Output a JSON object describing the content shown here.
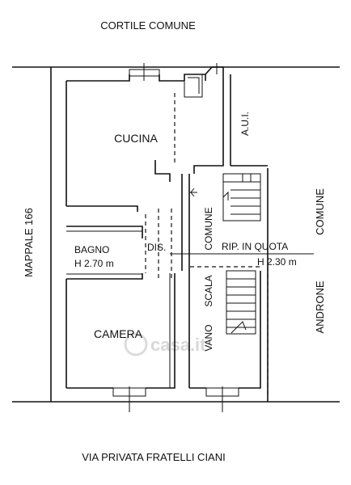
{
  "labels": {
    "top": "CORTILE COMUNE",
    "bottom": "VIA PRIVATA FRATELLI CIANI",
    "left": "MAPPALE 166",
    "right_top": "COMUNE",
    "right_bottom": "ANDRONE",
    "aui": "A.U.I.",
    "cucina": "CUCINA",
    "bagno": "BAGNO",
    "bagno_height": "H 2.70 m",
    "dis": "DIS.",
    "camera": "CAMERA",
    "comune_vert": "COMUNE",
    "rip": "RIP. IN QUOTA",
    "h230": "H 2.30 m",
    "vano": "VANO",
    "scala": "SCALA"
  },
  "watermark": "casa.it"
}
